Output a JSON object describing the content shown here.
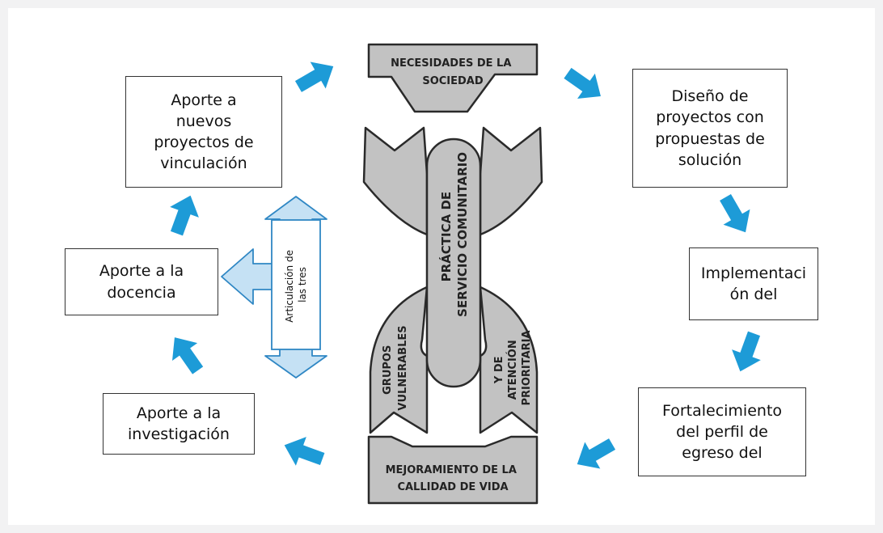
{
  "diagram": {
    "top_banner": "NECESIDADES DE LA\nSOCIEDAD",
    "bottom_banner": "MEJORAMIENTO DE LA\nCALLIDAD DE VIDA",
    "center_column": "PRÁCTICA DE\nSERVICIO COMUNITARIO",
    "left_arc": "GRUPOS\nVULNERABLES",
    "right_arc": "Y DE\nATENCIÓN\nPRIORITARIA",
    "articulation_label": "Articulación de\nlas tres",
    "boxes": {
      "aporte_proyectos": "Aporte a\nnuevos\nproyectos de\nvinculación",
      "aporte_docencia": "Aporte a la\ndocencia",
      "aporte_investigacion": "Aporte a la\ninvestigación",
      "diseno": "Diseño de\nproyectos con\npropuestas de\nsolución",
      "implementacion": "Implementaci\nón del",
      "fortalecimiento": "Fortalecimiento\ndel perfil de\negreso del"
    }
  },
  "colors": {
    "flow_arrow": "#1d9bd7",
    "light_arrow_fill": "#c5e1f4",
    "light_arrow_stroke": "#2f87c4",
    "shape_gray": "#c2c2c2",
    "outline": "#2a2a2a"
  }
}
